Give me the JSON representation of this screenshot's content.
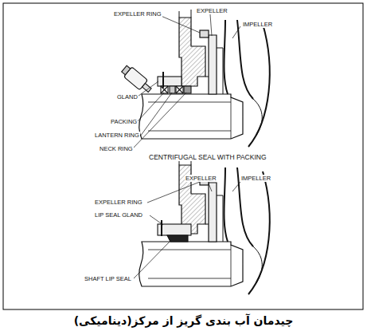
{
  "diagram": {
    "caption": "چیدمان آب بندی گریز از مرکز(دینامیکی)",
    "labels": [
      "EXPELLER RING",
      "EXPELLER",
      "IMPELLER",
      "GLAND",
      "PACKING",
      "LANTERN RING",
      "NECK RING",
      "CENTRIFUGAL SEAL WITH PACKING",
      "EXPELLER",
      "IMPELLER",
      "EXPELLER RING",
      "LIP SEAL GLAND",
      "SHAFT LIP SEAL"
    ]
  }
}
